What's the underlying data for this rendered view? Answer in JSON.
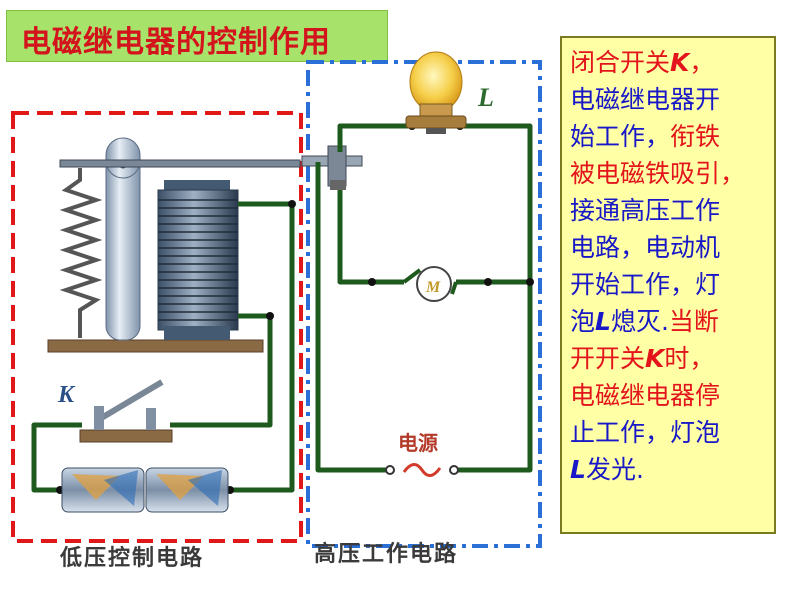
{
  "title": "电磁继电器的控制作用",
  "labels": {
    "lamp": "L",
    "switch": "K",
    "motor": "M",
    "power_source": "电源",
    "low_voltage_circuit": "低压控制电路",
    "high_voltage_circuit": "高压工作电路"
  },
  "description": {
    "line1_a": "闭合开关",
    "line1_k": "K",
    "line1_b": "，",
    "line2": "电磁继电器开",
    "line3_a": "始工作，",
    "line3_b": "衔铁",
    "line4": "被电磁铁吸引，",
    "line5": "接通高压工作",
    "line6": "电路，电动机",
    "line7": "开始工作，灯",
    "line8_a": "泡",
    "line8_l": "L",
    "line8_b": "熄灭.",
    "line8_c": "当断",
    "line9_a": "开开关",
    "line9_k": "K",
    "line9_b": "时，",
    "line10": "电磁继电器停",
    "line11": "止工作，灯泡",
    "line12_l": "L",
    "line12_b": "发光."
  },
  "colors": {
    "title_bg": "#a7e26b",
    "title_text": "#d4141c",
    "wire": "#1e5a1e",
    "low_voltage_border": "#e01818",
    "high_voltage_border": "#2a6fd6",
    "desc_bg": "#ffffa5",
    "desc_red": "#e3141c",
    "desc_blue": "#1818c8"
  }
}
